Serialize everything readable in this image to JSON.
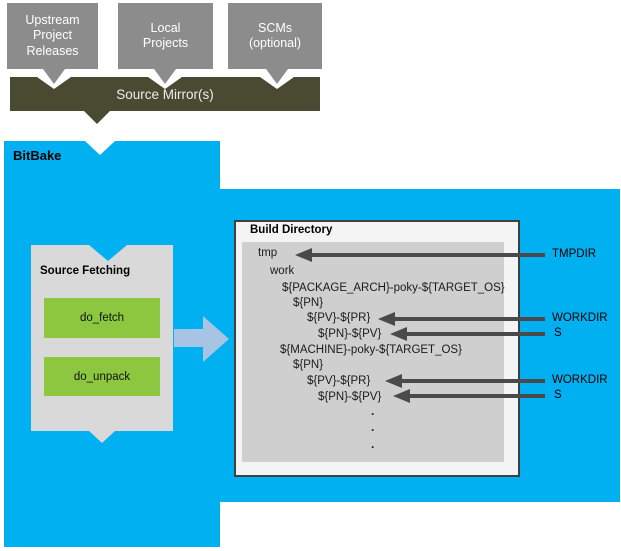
{
  "colors": {
    "bitbake_blue": "#00b0f0",
    "mirror_olive": "#4a4a33",
    "source_box_gray": "#8c8c8c",
    "panel_gray": "#d9d9d9",
    "tree_panel_gray": "#cfcfcf",
    "task_green": "#8dc63f",
    "flow_arrow_blue": "#a7c4e4",
    "annotation_arrow_gray": "#4a4a4a"
  },
  "top": {
    "boxes": [
      {
        "label": "Upstream\nProject\nReleases"
      },
      {
        "label": "Local\nProjects"
      },
      {
        "label": "SCMs\n(optional)"
      }
    ],
    "mirror_label": "Source Mirror(s)"
  },
  "bitbake_label": "BitBake",
  "source_fetching": {
    "title": "Source Fetching",
    "tasks": [
      {
        "label": "do_fetch"
      },
      {
        "label": "do_unpack"
      }
    ]
  },
  "build_directory": {
    "title": "Build Directory",
    "tree": [
      {
        "text": "tmp"
      },
      {
        "text": "work"
      },
      {
        "text": "${PACKAGE_ARCH}-poky-${TARGET_OS}"
      },
      {
        "text": "${PN}"
      },
      {
        "text": "${PV}-${PR}"
      },
      {
        "text": "${PN}-${PV}"
      },
      {
        "text": "${MACHINE}-poky-${TARGET_OS}"
      },
      {
        "text": "${PN}"
      },
      {
        "text": "${PV}-${PR}"
      },
      {
        "text": "${PN}-${PV}"
      }
    ],
    "dots": [
      ".",
      ".",
      "."
    ]
  },
  "annotations": [
    {
      "label": "TMPDIR"
    },
    {
      "label": "WORKDIR"
    },
    {
      "label": "S"
    },
    {
      "label": "WORKDIR"
    },
    {
      "label": "S"
    }
  ]
}
